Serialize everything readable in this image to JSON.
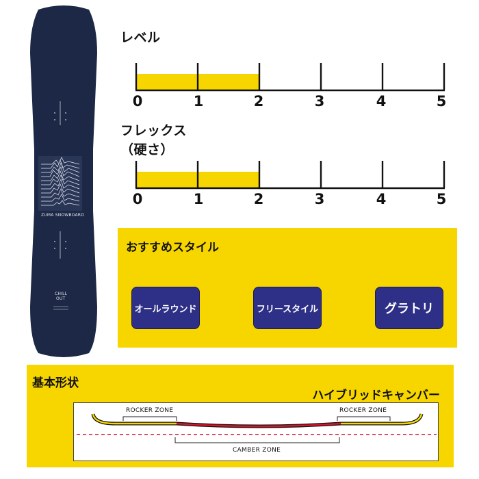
{
  "level": {
    "title": "レベル",
    "value": 2,
    "ticks": [
      "0",
      "1",
      "2",
      "3",
      "4",
      "5"
    ]
  },
  "flex": {
    "title_line1": "フレックス",
    "title_line2": "（硬さ）",
    "value": 2,
    "ticks": [
      "0",
      "1",
      "2",
      "3",
      "4",
      "5"
    ]
  },
  "style": {
    "title": "おすすめスタイル",
    "buttons": [
      "オールラウンド",
      "フリースタイル",
      "グラトリ"
    ]
  },
  "shape": {
    "title": "基本形状",
    "name": "ハイブリッドキャンバー",
    "rocker_left": "ROCKER ZONE",
    "rocker_right": "ROCKER ZONE",
    "camber": "CAMBER ZONE"
  },
  "board": {
    "brand": "ZUMA SNOWBOARD",
    "model_line1": "CHILL",
    "model_line2": "OUT"
  },
  "colors": {
    "board": "#1c2845",
    "panel": "#f7d600",
    "button": "#2e2f86",
    "bar_fill": "#f7d600"
  }
}
